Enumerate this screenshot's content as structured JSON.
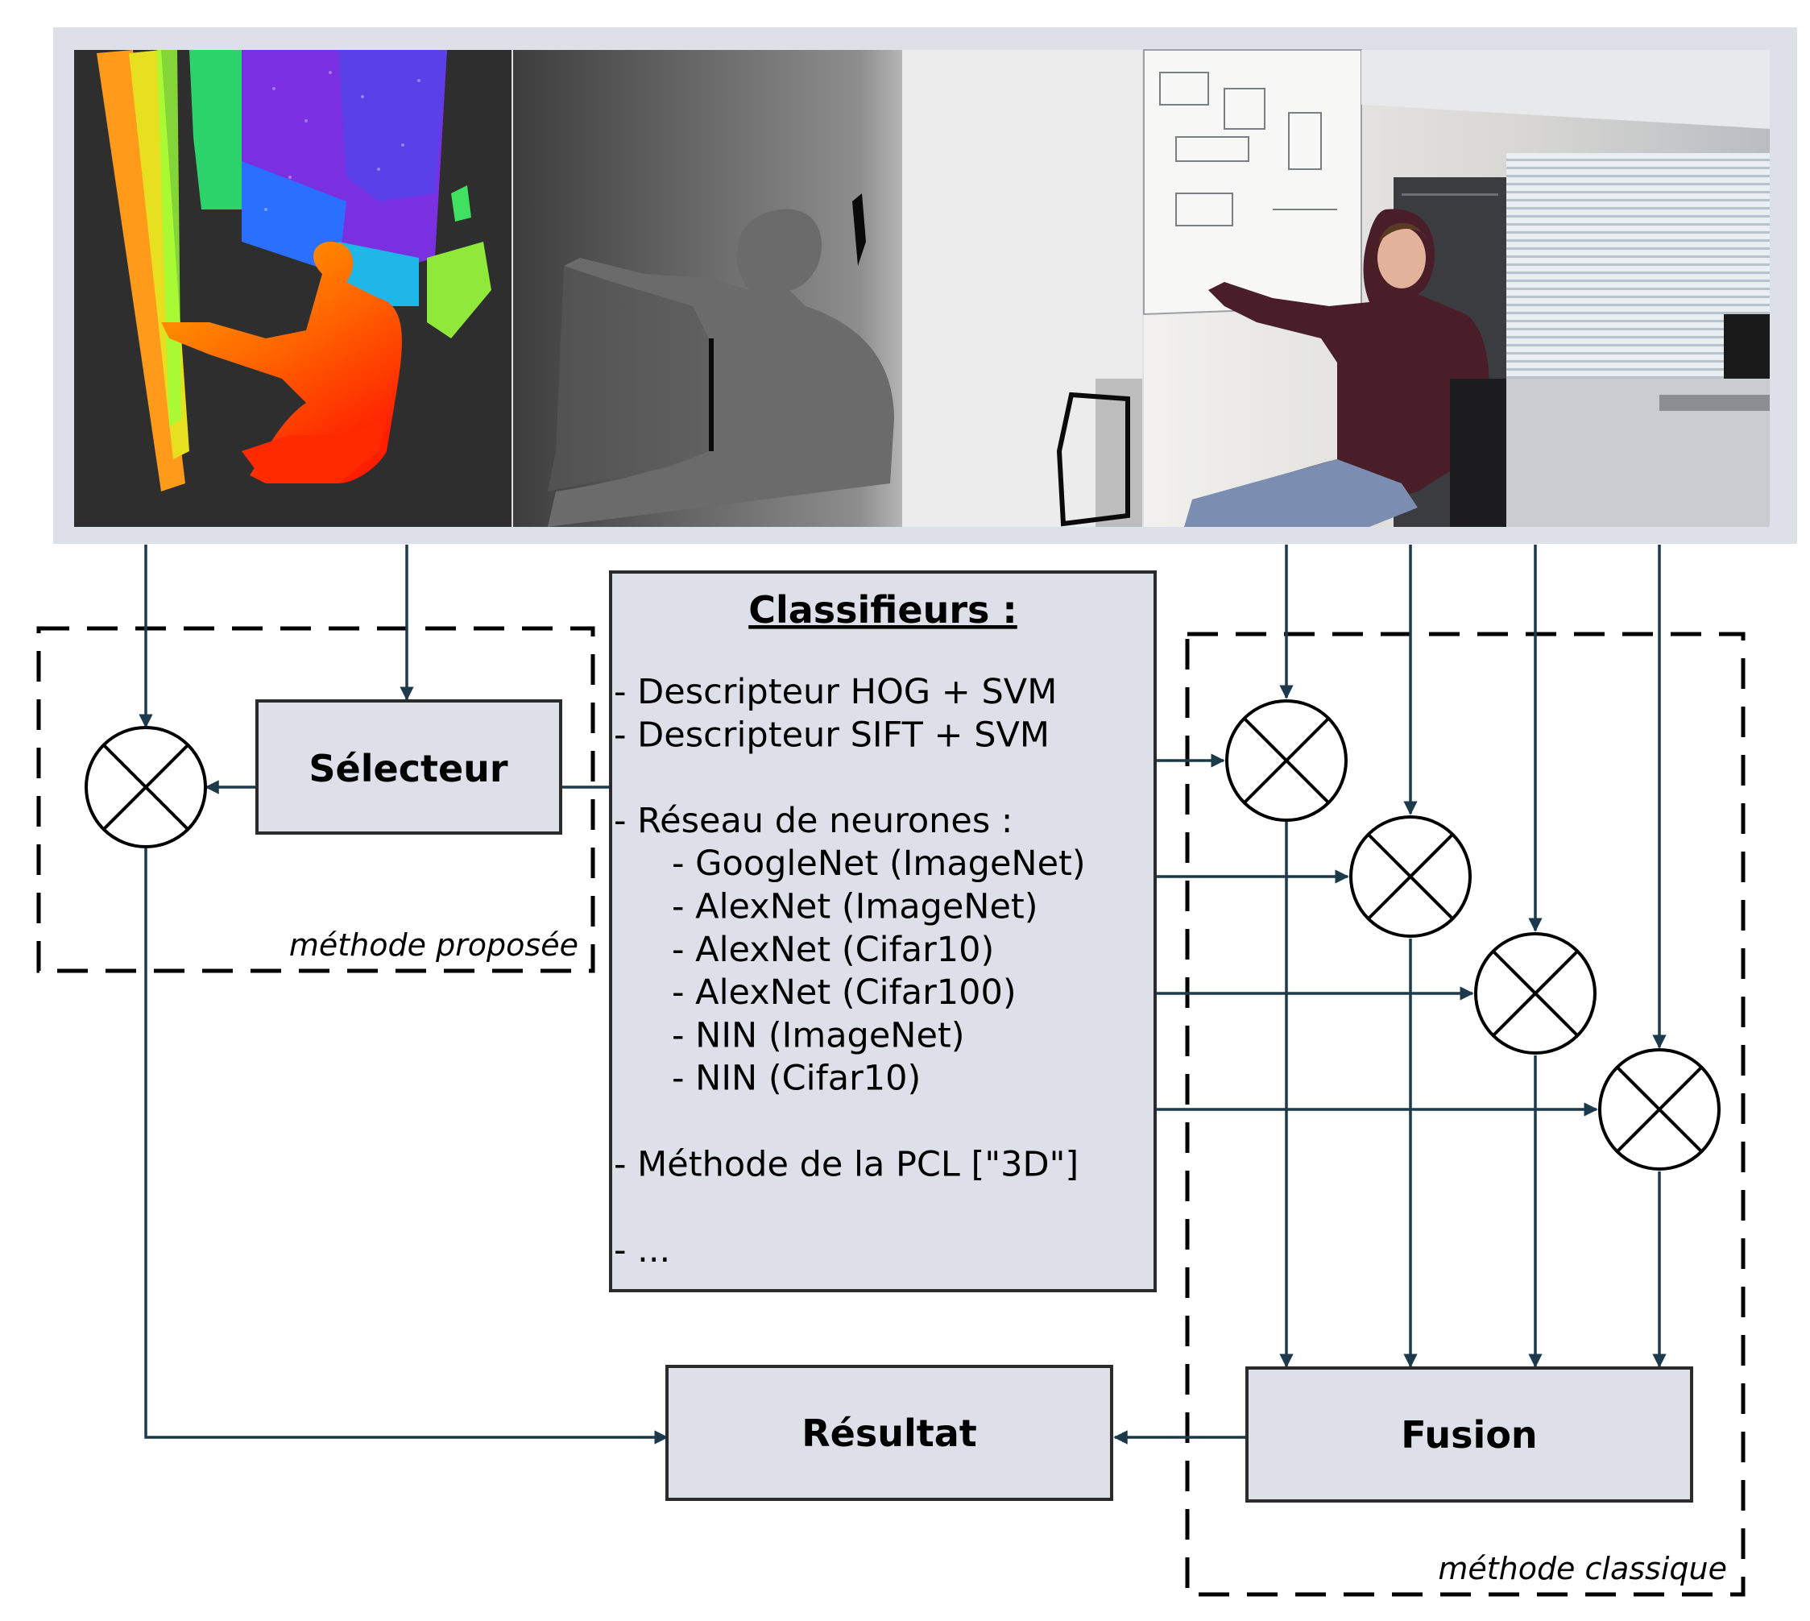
{
  "colors": {
    "arrow": "#1c3a4c",
    "box_fill": "#dde0e8",
    "box_stroke": "#2b2b2b",
    "image_frame": "#dde0e8",
    "dashed": "#000000"
  },
  "images": [
    {
      "name": "point-cloud-3d",
      "kind": "rainbow colored point cloud of a person"
    },
    {
      "name": "depth-map",
      "kind": "grayscale depth image of a person"
    },
    {
      "name": "rgb-photo",
      "kind": "photo of a person writing on a whiteboard in an office"
    }
  ],
  "classifiers": {
    "title": "Classifieurs :",
    "items": [
      "- Descripteur HOG + SVM",
      "- Descripteur SIFT + SVM",
      "",
      "- Réseau de neurones :",
      "    - GoogleNet (ImageNet)",
      "    - AlexNet (ImageNet)",
      "    - AlexNet (Cifar10)",
      "    - AlexNet (Cifar100)",
      "    - NIN (ImageNet)",
      "    - NIN (Cifar10)",
      "",
      "- Méthode de la PCL [\"3D\"]",
      "",
      "- ..."
    ]
  },
  "selector": {
    "label": "Sélecteur"
  },
  "result": {
    "label": "Résultat"
  },
  "fusion": {
    "label": "Fusion"
  },
  "regions": {
    "proposed": "méthode proposée",
    "classic": "méthode classique"
  }
}
